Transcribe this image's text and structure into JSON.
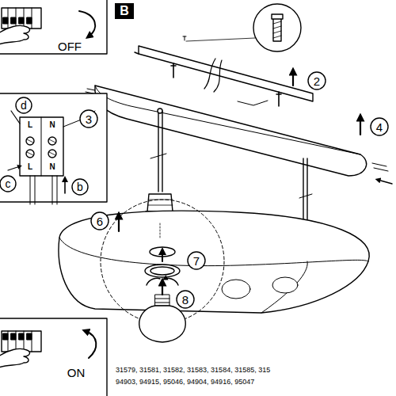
{
  "diagram": {
    "labels": [
      "B",
      "OFF",
      "ON",
      "2",
      "3",
      "4",
      "6",
      "7",
      "8",
      "d",
      "c",
      "b",
      "L",
      "N",
      "L",
      "N",
      "31579, 31581, 31582, 31583, 31584, 31585, 315",
      "94903, 94915, 95046, 94904, 94916, 95047"
    ]
  }
}
